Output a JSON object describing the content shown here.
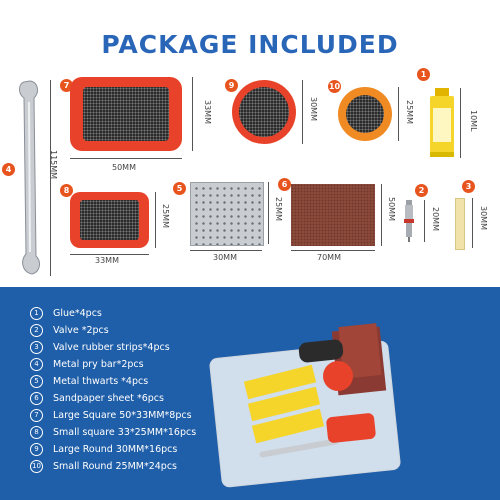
{
  "title": "PACKAGE INCLUDED",
  "colors": {
    "title": "#2a66b8",
    "badge": "#e8541e",
    "panel": "#1f5ea8",
    "patch_red": "#e8422a",
    "patch_orange": "#f08a22"
  },
  "badges": [
    "1",
    "2",
    "3",
    "4",
    "5",
    "6",
    "7",
    "8",
    "9",
    "10"
  ],
  "dims": {
    "pry_bar": "115MM",
    "large_square_w": "50MM",
    "large_square_h": "33MM",
    "large_round": "30MM",
    "small_round": "25MM",
    "glue": "10ML",
    "small_square_w": "33MM",
    "small_square_h": "25MM",
    "thwart_w": "30MM",
    "thwart_h": "25MM",
    "sandpaper_w": "70MM",
    "sandpaper_h": "50MM",
    "valve": "20MM",
    "valve_strip": "30MM"
  },
  "legend": [
    {
      "num": "1",
      "text": "Glue*4pcs"
    },
    {
      "num": "2",
      "text": "Valve *2pcs"
    },
    {
      "num": "3",
      "text": "Valve rubber strips*4pcs"
    },
    {
      "num": "4",
      "text": "Metal pry bar*2pcs"
    },
    {
      "num": "5",
      "text": "Metal thwarts *4pcs"
    },
    {
      "num": "6",
      "text": "Sandpaper sheet *6pcs"
    },
    {
      "num": "7",
      "text": "Large Square 50*33MM*8pcs"
    },
    {
      "num": "8",
      "text": "Small square 33*25MM*16pcs"
    },
    {
      "num": "9",
      "text": "Large Round 30MM*16pcs"
    },
    {
      "num": "10",
      "text": "Small Round 25MM*24pcs"
    }
  ]
}
